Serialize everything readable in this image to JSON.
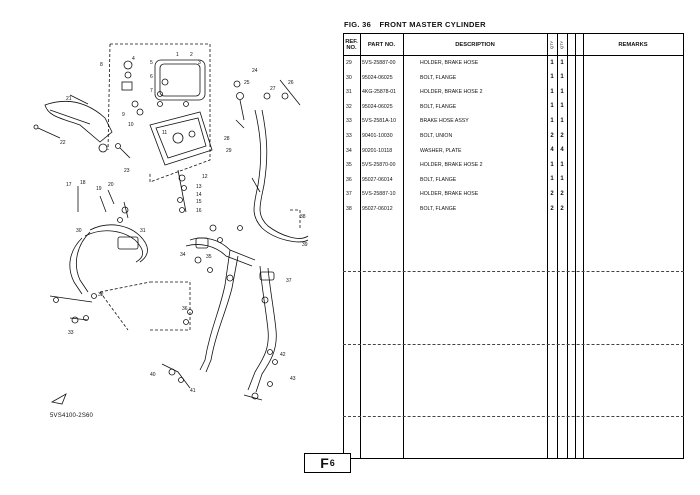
{
  "figure": {
    "number": "FIG. 36",
    "title": "FRONT MASTER CYLINDER"
  },
  "table": {
    "headers": {
      "ref_no": "REF.\nNO.",
      "part_no": "PART NO.",
      "description": "DESCRIPTION",
      "qty1": "QTY",
      "qty2": "QTY",
      "remarks": "REMARKS"
    },
    "rows": [
      {
        "ref": "29",
        "part": "5VS-25887-00",
        "desc": "HOLDER, BRAKE HOSE",
        "q1": "1",
        "q2": "1"
      },
      {
        "ref": "30",
        "part": "95024-06025",
        "desc": "BOLT, FLANGE",
        "q1": "1",
        "q2": "1"
      },
      {
        "ref": "31",
        "part": "4KG-25878-01",
        "desc": "HOLDER, BRAKE HOSE 2",
        "q1": "1",
        "q2": "1"
      },
      {
        "ref": "32",
        "part": "95024-06025",
        "desc": "BOLT, FLANGE",
        "q1": "1",
        "q2": "1"
      },
      {
        "ref": "33",
        "part": "5VS-2581A-10",
        "desc": "BRAKE HOSE ASSY",
        "q1": "1",
        "q2": "1"
      },
      {
        "ref": "33",
        "part": "90401-10030",
        "desc": "BOLT, UNION",
        "q1": "2",
        "q2": "2"
      },
      {
        "ref": "34",
        "part": "90201-10118",
        "desc": "WASHER, PLATE",
        "q1": "4",
        "q2": "4"
      },
      {
        "ref": "35",
        "part": "5VS-25870-00",
        "desc": "HOLDER, BRAKE HOSE 2",
        "q1": "1",
        "q2": "1"
      },
      {
        "ref": "36",
        "part": "95027-06014",
        "desc": "BOLT, FLANGE",
        "q1": "1",
        "q2": "1"
      },
      {
        "ref": "37",
        "part": "5VS-25887-10",
        "desc": "HOLDER, BRAKE HOSE",
        "q1": "2",
        "q2": "2"
      },
      {
        "ref": "38",
        "part": "95027-06012",
        "desc": "BOLT, FLANGE",
        "q1": "2",
        "q2": "2"
      }
    ]
  },
  "diagram": {
    "code": "5VS4100-2S60",
    "callouts": [
      "1",
      "2",
      "3",
      "4",
      "5",
      "6",
      "7",
      "8",
      "9",
      "10",
      "11",
      "12",
      "13",
      "14",
      "15",
      "16",
      "17",
      "18",
      "19",
      "20",
      "21",
      "22",
      "23",
      "24",
      "25",
      "26",
      "27",
      "28",
      "29",
      "30",
      "31",
      "32",
      "33",
      "34",
      "35",
      "36",
      "37",
      "38",
      "39",
      "40",
      "41",
      "42",
      "43"
    ]
  },
  "page_badge": {
    "letter": "F",
    "number": "6"
  }
}
